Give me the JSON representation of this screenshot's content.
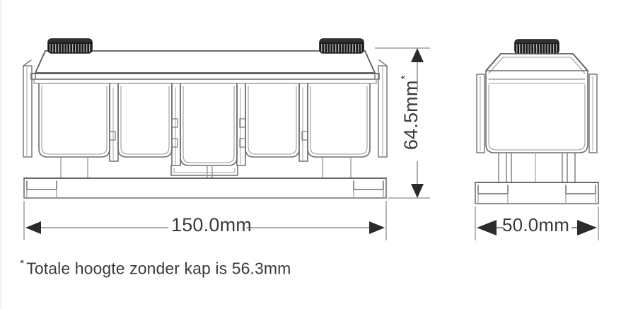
{
  "document": {
    "type": "technical-dimension-drawing",
    "subject": "battery-module",
    "language": "nl",
    "background_color": "#ffffff",
    "line_color": "#6e6e6e",
    "outline_color": "#4a4a4a",
    "text_color": "#3b3b3b",
    "cap_color": "#1c1c1c"
  },
  "views": {
    "front": {
      "name": "front-view",
      "cell_count": 5,
      "cap_count": 2
    },
    "side": {
      "name": "side-view",
      "cap_count": 1
    }
  },
  "dimensions": {
    "width_front": {
      "value": "150.0mm",
      "orientation": "horizontal",
      "arrows": "inward"
    },
    "width_side": {
      "value": "50.0mm",
      "orientation": "horizontal",
      "arrows": "outward"
    },
    "height": {
      "value": "64.5mm",
      "marker": "*",
      "orientation": "vertical",
      "arrows": "outward"
    }
  },
  "footnote": {
    "marker": "*",
    "text": "Totale hoogte zonder kap is 56.3mm"
  }
}
